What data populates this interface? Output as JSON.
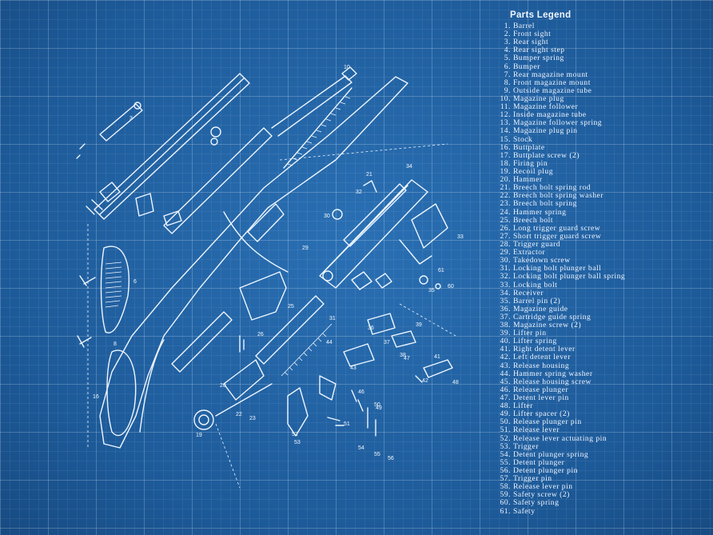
{
  "legend": {
    "title": "Parts Legend",
    "items": [
      "Barrel",
      "Front sight",
      "Rear sight",
      "Rear sight step",
      "Bumper spring",
      "Bumper",
      "Rear magazine mount",
      "Front magazine mount",
      "Outside magazine tube",
      "Magazine plug",
      "Magazine follower",
      "Inside magazine tube",
      "Magazine follower spring",
      "Magazine plug pin",
      "Stock",
      "Buttplate",
      "Buttplate screw (2)",
      "Firing pin",
      "Recoil plug",
      "Hammer",
      "Breech bolt spring rod",
      "Breech bolt spring washer",
      "Breech bolt spring",
      "Hammer spring",
      "Breech bolt",
      "Long trigger guard screw",
      "Short trigger guard screw",
      "Trigger guard",
      "Extractor",
      "Takedown screw",
      "Locking bolt plunger ball",
      "Locking bolt plunger ball spring",
      "Locking bolt",
      "Receiver",
      "Barrel pin (2)",
      "Magazine guide",
      "Cartridge guide spring",
      "Magazine screw (2)",
      "Lifter pin",
      "Lifter spring",
      "Right detent lever",
      "Left detent lever",
      "Release housing",
      "Hammer spring washer",
      "Release housing screw",
      "Release plunger",
      "Detent lever pin",
      "Lifter",
      "Lifter spacer (2)",
      "Release plunger pin",
      "Release lever",
      "Release lever actuating pin",
      "Trigger",
      "Detent plunger spring",
      "Detent plunger",
      "Detent plunger pin",
      "Trigger pin",
      "Release lever pin",
      "Safety screw (2)",
      "Safety spring",
      "Safety"
    ]
  },
  "callouts": [
    "10",
    "3",
    "34",
    "32",
    "30",
    "29",
    "33",
    "21",
    "26",
    "19",
    "20",
    "22",
    "23",
    "25",
    "31",
    "35",
    "36",
    "37",
    "38",
    "39",
    "41",
    "42",
    "43",
    "44",
    "46",
    "47",
    "48",
    "49",
    "50",
    "51",
    "52",
    "53",
    "54",
    "55",
    "56",
    "60",
    "61",
    "6",
    "8",
    "16"
  ]
}
